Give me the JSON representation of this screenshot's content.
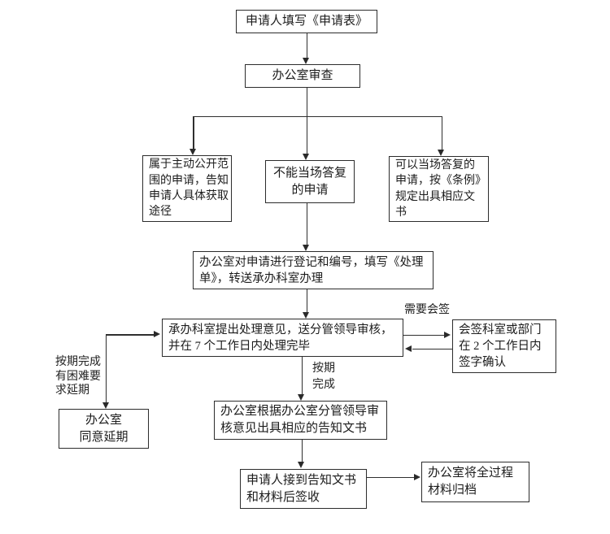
{
  "page": {
    "background": "#ffffff",
    "line_color": "#2f2f2f"
  },
  "diagram": {
    "type": "flowchart",
    "nodes": {
      "fill_form": {
        "label": "申请人填写《申请表》"
      },
      "office_review": {
        "label": "办公室审查"
      },
      "proactive_scope": {
        "label": "属于主动公开范\n围的申请，告知\n申请人具体获取\n途径"
      },
      "cannot_reply_onsite": {
        "label": "不能当场答复\n的申请"
      },
      "can_reply_onsite": {
        "label": "可以当场答复的\n申请，按《条例》\n规定出具相应文\n书"
      },
      "register_number": {
        "label": "办公室对申请进行登记和编号，填写《处理\n单》，转送承办科室办理"
      },
      "handle_opinion": {
        "label": "承办科室提出处理意见，送分管领导审核，\n并在 7 个工作日内处理完毕"
      },
      "countersign_dept": {
        "label": "会签科室或部门\n在 2 个工作日内\n签字确认"
      },
      "agree_extension": {
        "label": "办公室\n同意延期"
      },
      "issue_notice": {
        "label": "办公室根据办公室分管领导审\n核意见出具相应的告知文书"
      },
      "receive_sign": {
        "label": "申请人接到告知文书\n和材料后签收"
      },
      "archive": {
        "label": "办公室将全过程\n材料归档"
      }
    },
    "edge_labels": {
      "need_countersign": "需要会签",
      "extension_needed": "按期完成\n有困难要\n求延期",
      "on_time_done": "按期\n完成"
    }
  }
}
